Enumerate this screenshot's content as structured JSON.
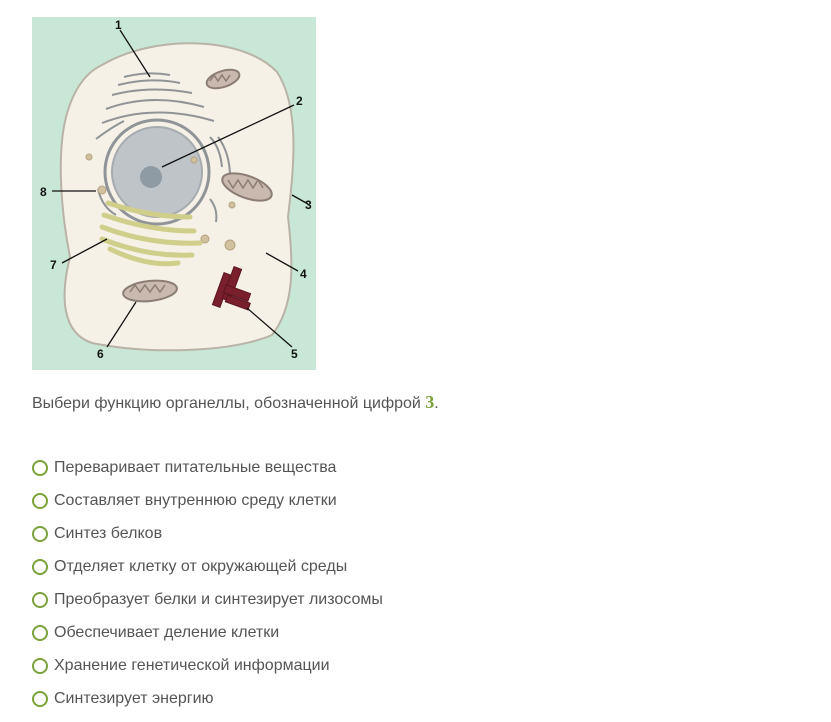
{
  "figure": {
    "labels": [
      "1",
      "2",
      "3",
      "4",
      "5",
      "6",
      "7",
      "8"
    ]
  },
  "question": {
    "text_before": "Выбери функцию органеллы, обозначенной цифрой ",
    "number": "3",
    "text_after": "."
  },
  "options": [
    "Переваривает питательные вещества",
    "Составляет внутреннюю среду клетки",
    "Синтез белков",
    "Отделяет клетку от окружающей среды",
    "Преобразует белки и синтезирует лизосомы",
    "Обеспечивает деление клетки",
    "Хранение генетической информации",
    "Синтезирует энергию"
  ],
  "colors": {
    "accent": "#7aa23a",
    "figure_background": "#c9e7d7",
    "cytoplasm": "#f6f1e7",
    "nucleus": "#bfc4c9",
    "golgi": "#d8d79a",
    "centriole": "#7a1f2c",
    "mitochondria": "#c9b9ae"
  }
}
